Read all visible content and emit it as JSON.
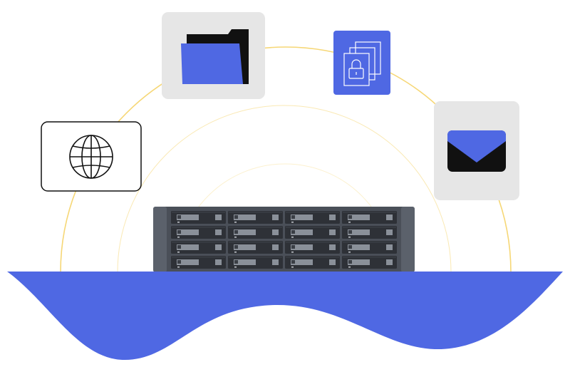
{
  "colors": {
    "accent_blue": "#4f68e3",
    "arc_yellow": "#f6d776",
    "card_grey": "#e6e6e6",
    "server_body": "#4a4f58",
    "server_dark": "#2e3137",
    "icon_black": "#111111",
    "white": "#ffffff"
  },
  "icons": {
    "globe": "globe-icon",
    "folder": "folder-icon",
    "locked_documents": "locked-documents-icon",
    "mail": "mail-envelope-icon",
    "server": "nas-server-rack"
  },
  "server": {
    "drive_columns": 4,
    "drive_rows": 4
  }
}
